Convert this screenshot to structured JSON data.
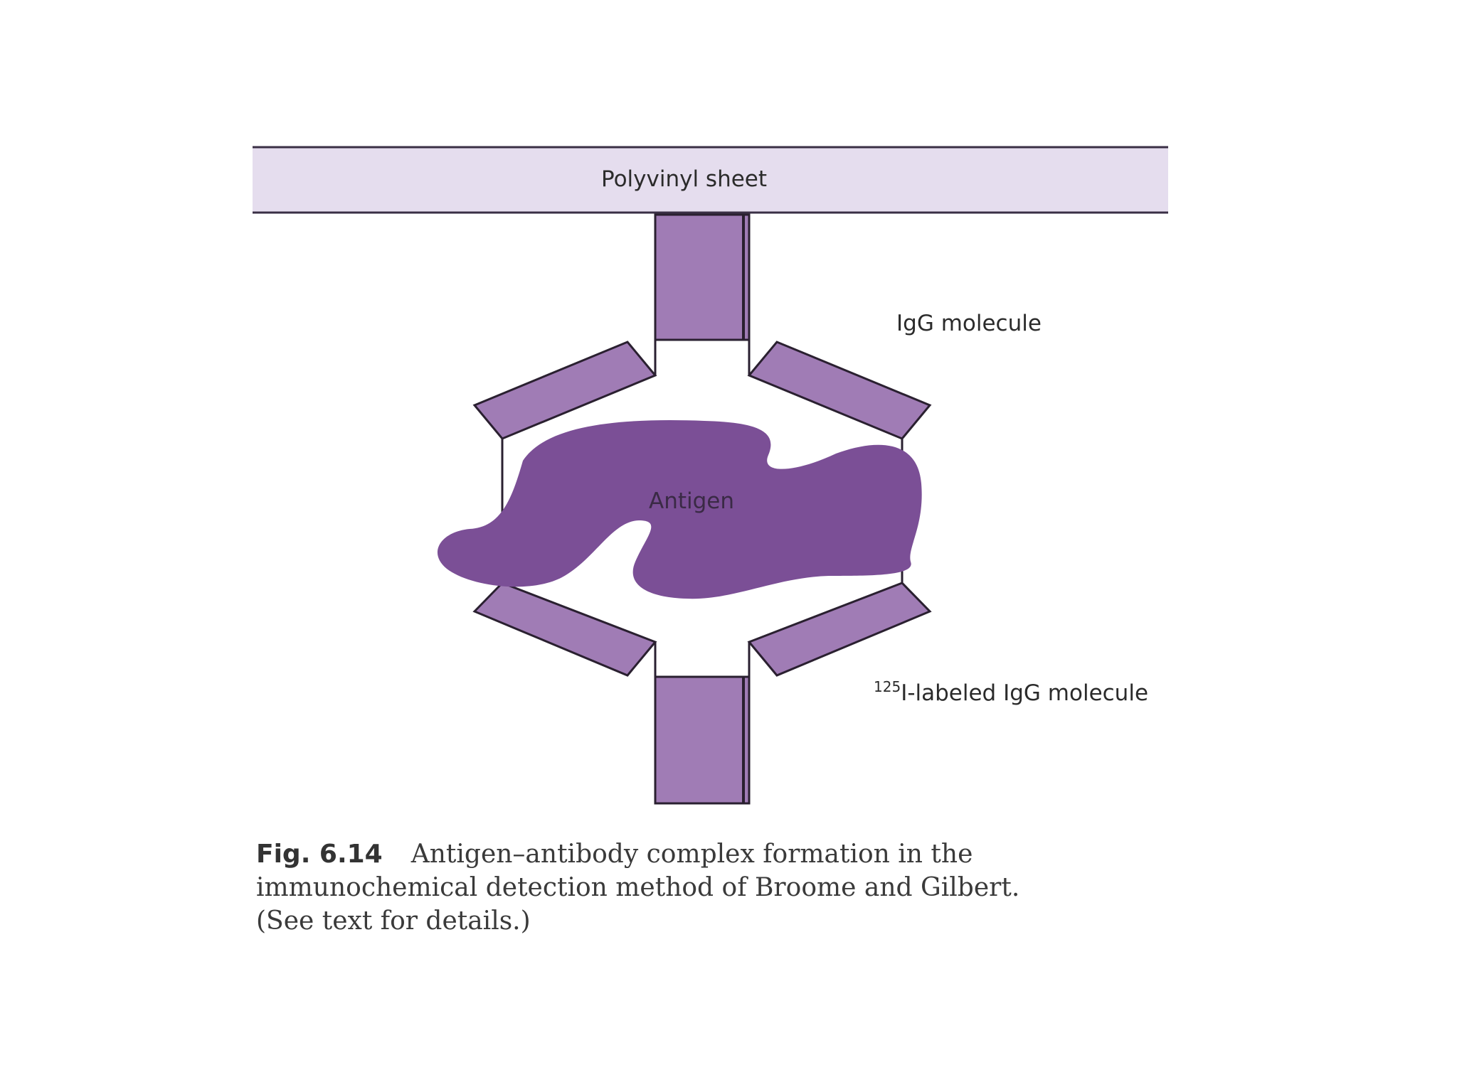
{
  "labels": {
    "sheet": "Polyvinyl sheet",
    "igg": "IgG molecule",
    "antigen": "Antigen",
    "labeled_superscript": "125",
    "labeled": "I-labeled IgG molecule"
  },
  "caption": {
    "figure_number": "Fig. 6.14",
    "line1": "Antigen–antibody complex formation in the",
    "line2": "immunochemical detection method of Broome and Gilbert.",
    "line3": "(See text for details.)"
  },
  "colors": {
    "sheet_fill": "#e5ddee",
    "igg_fill": "#a07cb5",
    "antigen_fill": "#7b4f96",
    "outline": "#2a2030"
  }
}
